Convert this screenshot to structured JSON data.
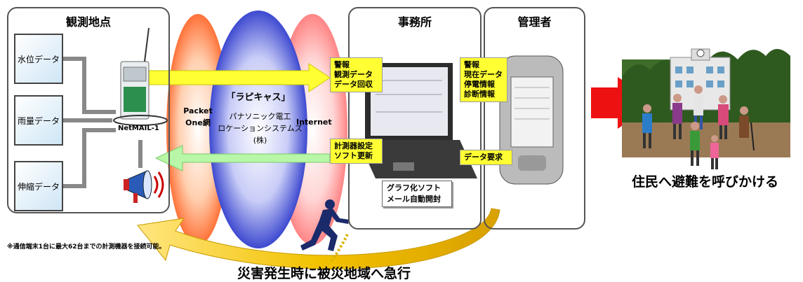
{
  "panels": {
    "site_title": "観測地点",
    "office_title": "事務所",
    "admin_title": "管理者"
  },
  "sensors": [
    "水位データ",
    "雨量データ",
    "伸縮データ"
  ],
  "device_label": "NetMAIL-1",
  "network": {
    "packet_line1": "Packet",
    "packet_line2": "One網",
    "service_name": "「ラピキャス」",
    "company_line1": "パナソニック電工",
    "company_line2": "ロケーションシステムズ(株)",
    "internet": "Internet"
  },
  "office_boxes": {
    "incoming": [
      "警報",
      "観測データ",
      "データ回収"
    ],
    "outgoing": [
      "計測器設定",
      "ソフト更新"
    ],
    "software": [
      "グラフ化ソフト",
      "メール自動開封"
    ]
  },
  "admin_boxes": {
    "info": [
      "警報",
      "現在データ",
      "停電情報",
      "診断情報"
    ],
    "request": "データ要求"
  },
  "footnote": "※通信端末1台に最大62台までの計測機器を接続可能。",
  "caption_bottom": "災害発生時に被災地域へ急行",
  "caption_right": "住民へ避難を呼びかける",
  "colors": {
    "yellow_arrow": "#ffff33",
    "green_arrow": "#b7f7a7",
    "red_arrow": "#ee1111",
    "orange_ring": "#ff6a22",
    "blue_ring": "#2233cc",
    "pink_ring": "#ff8a8a"
  }
}
